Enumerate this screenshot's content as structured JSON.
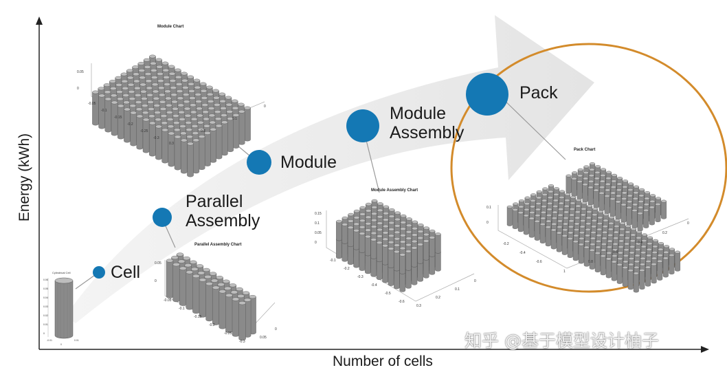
{
  "diagram": {
    "stages": [
      {
        "id": "cell",
        "label": "Cell",
        "chart_title": "Cylindrical Cell"
      },
      {
        "id": "parallel-assembly",
        "label": "Parallel Assembly",
        "chart_title": "Parallel Assembly Chart"
      },
      {
        "id": "module",
        "label": "Module",
        "chart_title": "Module Chart"
      },
      {
        "id": "module-assembly",
        "label": "Module Assembly",
        "chart_title": "Module Assembly Chart"
      },
      {
        "id": "pack",
        "label": "Pack",
        "chart_title": "Pack Chart"
      }
    ],
    "y_axis_label": "Energy (kWh)",
    "x_axis_label": "Number of cells",
    "watermark": "知乎 @基于模型设计柚子",
    "colors": {
      "node": "#1478b4",
      "highlight_ring": "#d38b2b",
      "arrow": "#e6e6e6",
      "cell_gray": "#8a8a8a"
    },
    "chart_ticks": {
      "cell": [
        "0.06",
        "0.05",
        "0.04",
        "0.03",
        "0.02",
        "0.01",
        "0"
      ],
      "parallel": {
        "z": [
          "0.05",
          "0"
        ],
        "x": [
          "-0.05",
          "-0.1",
          "-0.15",
          "-0.2",
          "-0.25",
          "-0.3"
        ],
        "y": [
          "0.05",
          "0"
        ]
      },
      "module": {
        "z": [
          "0.05",
          "0"
        ],
        "x": [
          "-0.05",
          "-0.1",
          "-0.15",
          "-0.2",
          "-0.25",
          "-0.3"
        ],
        "y": [
          "0.3",
          "0.2",
          "0.1",
          "0"
        ]
      },
      "module_assembly": {
        "z": [
          "0.15",
          "0.1",
          "0.05",
          "0"
        ],
        "x": [
          "-0.1",
          "-0.2",
          "-0.3",
          "-0.4",
          "-0.5",
          "-0.6"
        ],
        "y": [
          "0.3",
          "0.2",
          "0.1",
          "0"
        ]
      },
      "pack": {
        "z": [
          "0.1",
          "0"
        ],
        "x": [
          "-0.2",
          "-0.4",
          "-0.6"
        ],
        "y": [
          "1",
          "0.8",
          "0.6",
          "0.4",
          "0.2",
          "0"
        ]
      }
    }
  }
}
